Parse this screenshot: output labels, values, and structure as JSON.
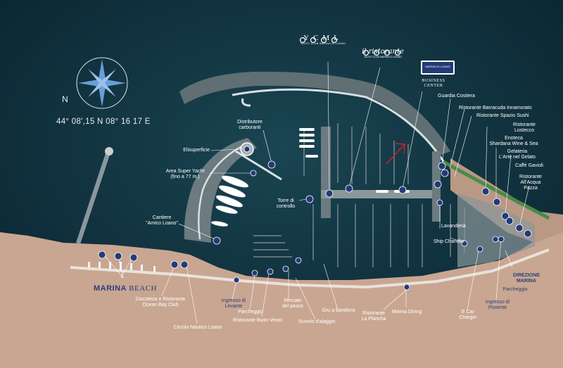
{
  "coordinates": "44° 08',15 N 08° 16 17 E",
  "compass_label": "N",
  "brands": {
    "ycml_title": "YCML",
    "ycml_subtitle": "YACHT CLUB MARINA DI LOANO",
    "ristorante_title": "il ristorante",
    "ristorante_subtitle": "YACHT CLUB MARINA DI LOANO",
    "marina_badge": "MARINA DI LOANO",
    "business_center": "BUSINESS\nCENTER",
    "marina_beach_a": "MARINA",
    "marina_beach_b": "BEACH"
  },
  "labels": {
    "distributore": "Distributore\ncarburanti",
    "elisuperficie": "Elisuperficie",
    "area_super_yacht": "Area Super Yacht\n(fino a 77 m.)",
    "cantiere": "Cantiere\n\"Amico Loano\"",
    "torre": "Torre di\ncontrollo",
    "guardia": "Guardia Costiera",
    "barracuda": "Ristorante Barracuda Innamorato",
    "sushi": "Ristorante Spazio Sushi",
    "lostecco": "Ristorante\nLostecco",
    "enoteca": "Enoteca\nShardana Wine & Sea",
    "gelateria": "Gelateria\nL'Arte nel Gelato",
    "gavioli": "Caffè Gavioli",
    "allacqua": "Ristorante\nAll'Acqua\nPazza",
    "lavanderia": "Lavanderia",
    "ship_chandler": "Ship Chandler",
    "direzione": "DIREZIONE\nMARINA",
    "parcheggio_right": "Parcheggio",
    "ingresso_ponente": "Ingresso di\nPonente",
    "ecar": "E Car\nCharger",
    "marina_diving": "Marina Diving",
    "la_plancha": "Ristorante\nLa Plancha",
    "gru": "Gru a bandiera",
    "scivolo": "Scivolo d'alaggio",
    "mercato": "Mercato\ndel pesce",
    "buon_vento": "Ristorante Buon Vento",
    "parcheggio_left": "Parcheggio",
    "ingresso_levante": "Ingresso di\nLevante",
    "circolo": "Circolo Nautico Loano",
    "discoteca": "Discoteca e Ristorante\nOcean Bay Club"
  },
  "colors": {
    "sea": "#0c2a36",
    "land": "#c9a691",
    "pier": "#6b7b80",
    "marker": "#243a78",
    "green": "#4a8a4a"
  }
}
